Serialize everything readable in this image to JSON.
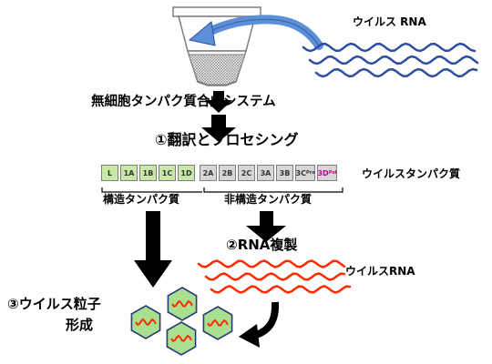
{
  "labels": {
    "virus_rna_top": "ウイルス RNA",
    "system": "無細胞タンパク質合成システム",
    "step1": "①翻訳とプロセシング",
    "viral_protein": "ウイルスタンパク質",
    "structural": "構造タンパク質",
    "nonstructural": "非構造タンパク質",
    "step2": "②RNA複製",
    "virus_rna_mid": "ウイルスRNA",
    "step3_line1": "③ウイルス粒子",
    "step3_line2": "形成"
  },
  "polyprotein": [
    {
      "id": "L",
      "label": "L",
      "group": "structural"
    },
    {
      "id": "1A",
      "label": "1A",
      "group": "structural"
    },
    {
      "id": "1B",
      "label": "1B",
      "group": "structural"
    },
    {
      "id": "1C",
      "label": "1C",
      "group": "structural"
    },
    {
      "id": "1D",
      "label": "1D",
      "group": "structural"
    },
    {
      "id": "2A",
      "label": "2A",
      "group": "nonstructural"
    },
    {
      "id": "2B",
      "label": "2B",
      "group": "nonstructural"
    },
    {
      "id": "2C",
      "label": "2C",
      "group": "nonstructural"
    },
    {
      "id": "3A",
      "label": "3A",
      "group": "nonstructural"
    },
    {
      "id": "3B",
      "label": "3B",
      "group": "nonstructural"
    },
    {
      "id": "3C",
      "label": "3C",
      "sup": "Pro",
      "group": "nonstructural"
    },
    {
      "id": "3D",
      "label": "3D",
      "sup": "Pol",
      "group": "nonstructural"
    }
  ],
  "colors": {
    "rna_blue": "#2e4ea3",
    "rna_red": "#ff2a00",
    "arrow_blue": "#5b8fd6",
    "structural_fill": "#c7e8a7",
    "nonstructural_fill": "#d6d6d6",
    "pol_text": "#c4008e",
    "particle_fill": "#a8e08f",
    "particle_stroke": "#2b3a7a"
  },
  "icons": {
    "tube": "microcentrifuge-tube-icon",
    "particle": "virus-particle-icon"
  }
}
